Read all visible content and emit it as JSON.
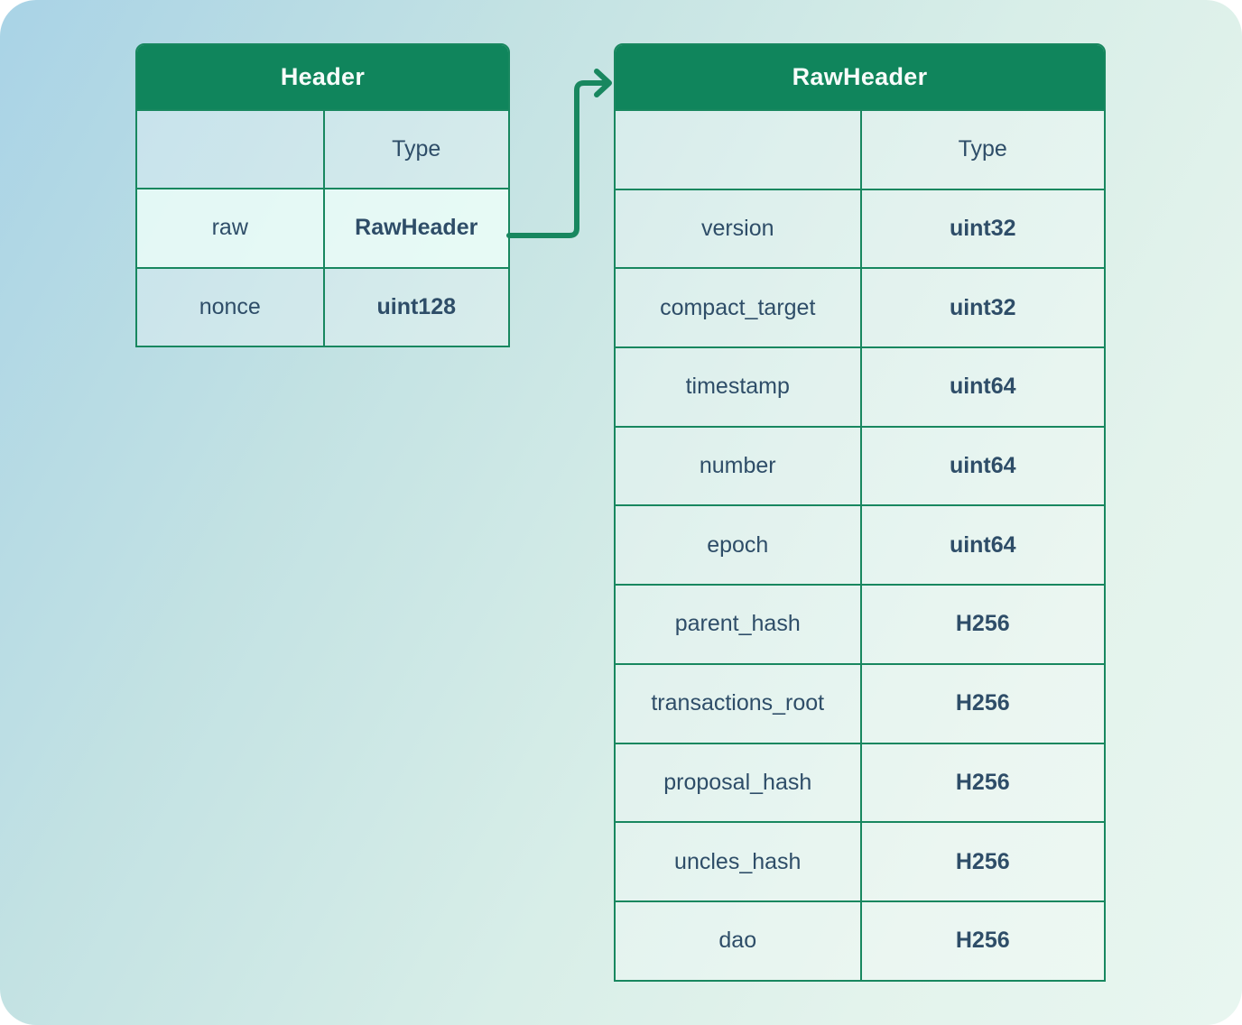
{
  "colors": {
    "title_bar_bg": "#10855c",
    "border_green": "#18875f",
    "arrow_green": "#18875f",
    "cell_text": "#2e4d68",
    "title_text": "#f7fcfa",
    "highlight_cell_bg": "#e6f9f1",
    "background_top_left": "#a9d3e6",
    "background_bottom_right": "#e8f6f0"
  },
  "tables": {
    "header_table": {
      "title": "Header",
      "type_column_label": "Type",
      "rows": [
        {
          "field": "raw",
          "type": "RawHeader",
          "highlighted": true
        },
        {
          "field": "nonce",
          "type": "uint128",
          "highlighted": false
        }
      ]
    },
    "raw_header_table": {
      "title": "RawHeader",
      "type_column_label": "Type",
      "rows": [
        {
          "field": "version",
          "type": "uint32",
          "highlighted": false
        },
        {
          "field": "compact_target",
          "type": "uint32",
          "highlighted": false
        },
        {
          "field": "timestamp",
          "type": "uint64",
          "highlighted": false
        },
        {
          "field": "number",
          "type": "uint64",
          "highlighted": false
        },
        {
          "field": "epoch",
          "type": "uint64",
          "highlighted": false
        },
        {
          "field": "parent_hash",
          "type": "H256",
          "highlighted": false
        },
        {
          "field": "transactions_root",
          "type": "H256",
          "highlighted": false
        },
        {
          "field": "proposal_hash",
          "type": "H256",
          "highlighted": false
        },
        {
          "field": "uncles_hash",
          "type": "H256",
          "highlighted": false
        },
        {
          "field": "dao",
          "type": "H256",
          "highlighted": false
        }
      ]
    }
  },
  "arrow": {
    "source_table": "Header",
    "source_field": "raw",
    "target_table": "RawHeader"
  }
}
